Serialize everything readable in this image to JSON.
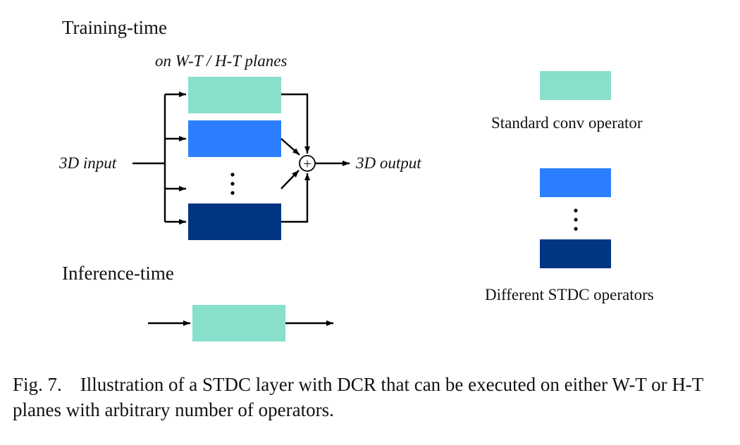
{
  "colors": {
    "standard": "#88dfcc",
    "stdc_light": "#2b7fff",
    "stdc_dark": "#003582",
    "line": "#000000"
  },
  "training": {
    "title": "Training-time",
    "planes_label": "on W-T / H-T planes",
    "input_label": "3D input",
    "output_label": "3D output",
    "sum_symbol": "+"
  },
  "inference": {
    "title": "Inference-time"
  },
  "legend": {
    "standard_label": "Standard conv operator",
    "stdc_label": "Different STDC operators"
  },
  "caption": {
    "label": "Fig. 7.",
    "text": "Illustration of a STDC layer with DCR that can be executed on either W-T or H-T planes with arbitrary number of operators."
  }
}
